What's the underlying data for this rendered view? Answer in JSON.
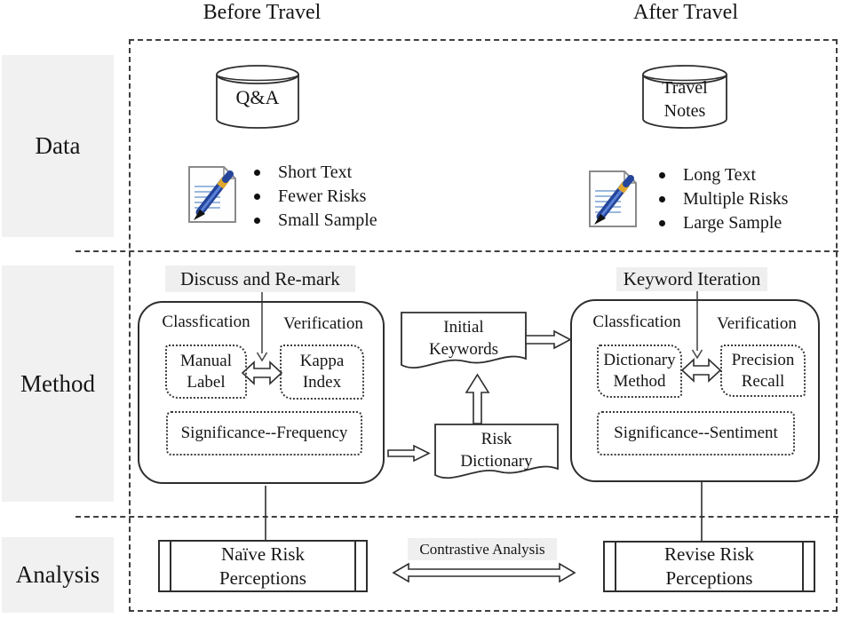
{
  "title_row": {
    "before": "Before Travel",
    "after": "After Travel"
  },
  "row_labels": {
    "data": "Data",
    "method": "Method",
    "analysis": "Analysis"
  },
  "data_section": {
    "before": {
      "database": "Q&A",
      "bullets": [
        "Short Text",
        "Fewer Risks",
        "Small Sample"
      ]
    },
    "after": {
      "database": {
        "line1": "Travel",
        "line2": "Notes"
      },
      "bullets": [
        "Long Text",
        "Multiple Risks",
        "Large Sample"
      ]
    }
  },
  "method_section": {
    "before": {
      "annotation": "Discuss and Re-mark",
      "left_col": "Classfication",
      "right_col": "Verification",
      "classification_box": {
        "line1": "Manual",
        "line2": "Label"
      },
      "verification_box": {
        "line1": "Kappa",
        "line2": "Index"
      },
      "significance": "Significance--Frequency"
    },
    "center": {
      "initial_keywords": {
        "line1": "Initial",
        "line2": "Keywords"
      },
      "risk_dictionary": {
        "line1": "Risk",
        "line2": "Dictionary"
      }
    },
    "after": {
      "annotation": "Keyword Iteration",
      "left_col": "Classfication",
      "right_col": "Verification",
      "classification_box": {
        "line1": "Dictionary",
        "line2": "Method"
      },
      "verification_box": {
        "line1": "Precision",
        "line2": "Recall"
      },
      "significance": "Significance--Sentiment"
    }
  },
  "analysis_section": {
    "before": {
      "line1": "Naïve Risk",
      "line2": "Perceptions"
    },
    "center_label": "Contrastive Analysis",
    "after": {
      "line1": "Revise Risk",
      "line2": "Perceptions"
    }
  },
  "colors": {
    "panel_gray": "#f1f1f1",
    "highlight_gray": "#efefef",
    "stroke_dark": "#2e2e2e",
    "dash_gray": "#3f3f3f",
    "pen_blue": "#24459a",
    "pen_highlight_blue": "#5b82d8",
    "pen_gold": "#e0a72e",
    "ruled_line_blue": "#7aa0d4"
  }
}
